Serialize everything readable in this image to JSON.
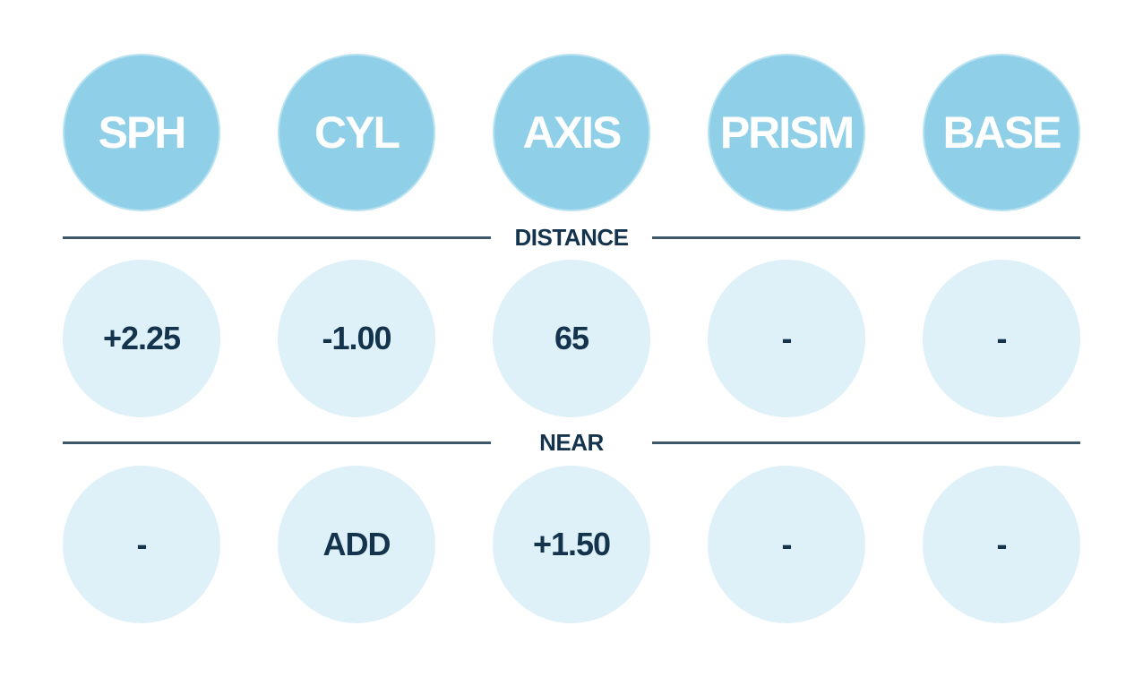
{
  "headers": [
    "SPH",
    "CYL",
    "AXIS",
    "PRISM",
    "BASE"
  ],
  "sections": {
    "distance": {
      "label": "DISTANCE",
      "values": [
        "+2.25",
        "-1.00",
        "65",
        "-",
        "-"
      ]
    },
    "near": {
      "label": "NEAR",
      "values": [
        "-",
        "ADD",
        "+1.50",
        "-",
        "-"
      ]
    }
  },
  "colors": {
    "header_circle": "#8fd0e8",
    "value_circle": "#def1f9",
    "text_dark": "#14334d",
    "divider": "#3d5668"
  }
}
